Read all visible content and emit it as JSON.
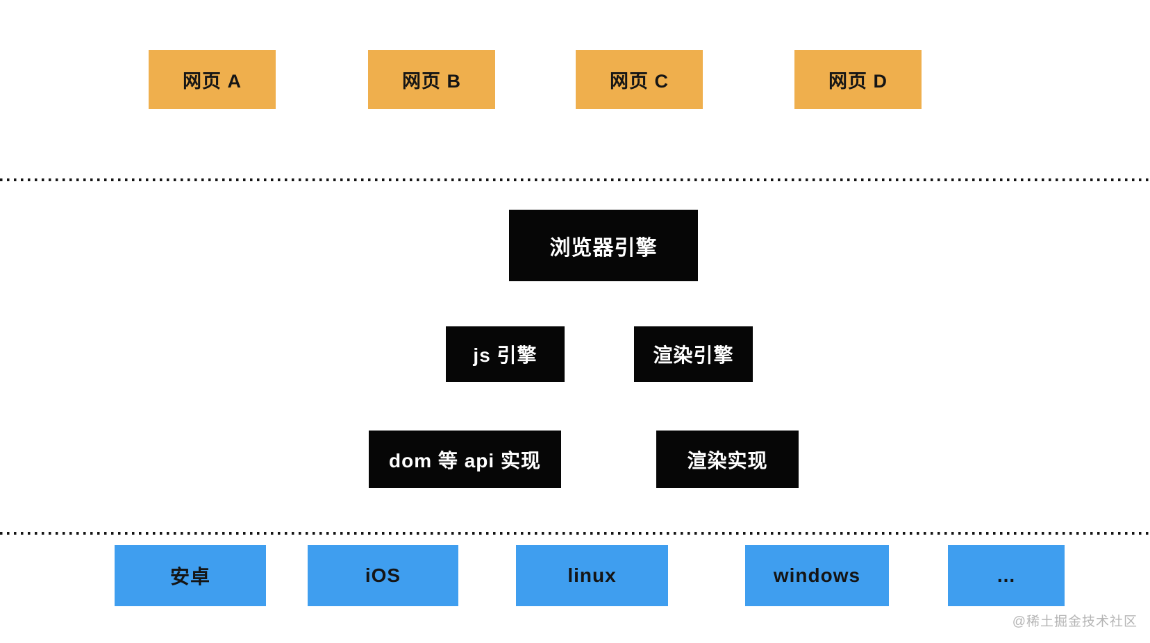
{
  "diagram_title": "browser architecture layers",
  "webpages": {
    "items": [
      "网页 A",
      "网页 B",
      "网页 C",
      "网页 D"
    ]
  },
  "engine_layer": {
    "browser_engine": "浏览器引擎",
    "js_engine": "js 引擎",
    "render_engine": "渲染引擎",
    "dom_api_impl": "dom 等 api 实现",
    "render_impl": "渲染实现"
  },
  "platforms": {
    "items": [
      "安卓",
      "iOS",
      "linux",
      "windows",
      "..."
    ]
  },
  "watermark": {
    "text": "@稀土掘金技术社区"
  },
  "colors": {
    "webpage-box": "#EFAF4D",
    "engine-box": "#060606",
    "platform-box": "#3F9EEF",
    "box-text-dark": "#151515",
    "box-text-light": "#FFFFFF",
    "dot-color": "#151515",
    "watermark-text": "#B5B5B5"
  }
}
